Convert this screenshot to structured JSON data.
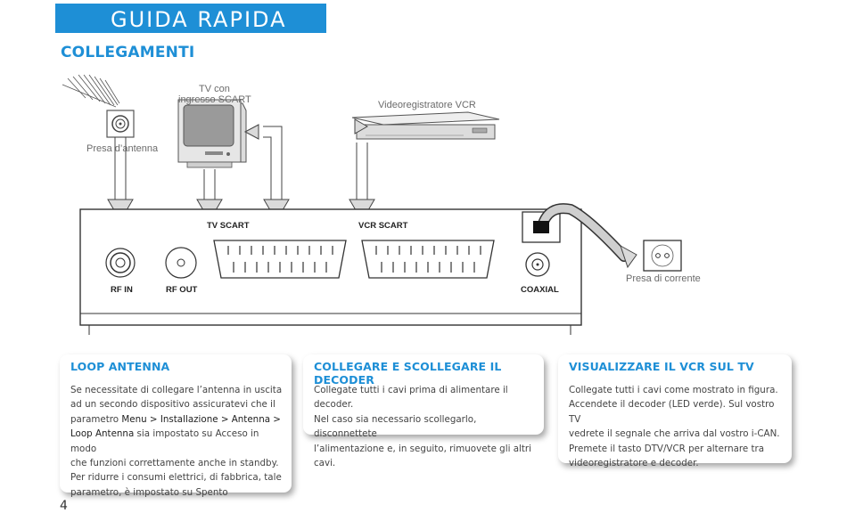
{
  "header": {
    "title": "GUIDA RAPIDA"
  },
  "section_title": "COLLEGAMENTI",
  "diagram": {
    "tv_label_line1": "TV con",
    "tv_label_line2": "ingresso SCART",
    "vcr_label": "Videoregistratore VCR",
    "antenna_label": "Presa d’antenna",
    "tv_scart": "TV SCART",
    "vcr_scart": "VCR SCART",
    "rf_in": "RF IN",
    "rf_out": "RF OUT",
    "coaxial": "COAXIAL",
    "power_label": "Presa di corrente"
  },
  "cards": {
    "loop": {
      "title": "LOOP ANTENNA",
      "p1": "Se necessitate di collegare l’antenna in uscita",
      "p2": "ad un secondo dispositivo assicuratevi che il",
      "p3a": "parametro ",
      "p3b": "Menu > Installazione > Antenna >",
      "p4a": "Loop Antenna",
      "p4b": " sia impostato su Acceso in modo",
      "p5": "che funzioni correttamente anche in standby.",
      "p6": "Per ridurre i consumi elettrici, di fabbrica, tale",
      "p7": "parametro, è impostato su Spento"
    },
    "connect": {
      "title": "COLLEGARE E SCOLLEGARE IL DECODER",
      "l1": "Collegate tutti i cavi prima di alimentare il decoder.",
      "l2": "Nel caso sia necessario scollegarlo, disconnettete",
      "l3": "l’alimentazione e, in seguito, rimuovete gli altri cavi."
    },
    "vcr": {
      "title": "VISUALIZZARE IL VCR SUL TV",
      "l1": "Collegate tutti i cavi come mostrato in figura.",
      "l2": "Accendete il decoder (LED verde). Sul vostro TV",
      "l3": "vedrete il segnale che arriva dal vostro i-CAN.",
      "l4": "Premete il tasto DTV/VCR per alternare tra",
      "l5": "videoregistratore e decoder."
    }
  },
  "page_number": "4"
}
